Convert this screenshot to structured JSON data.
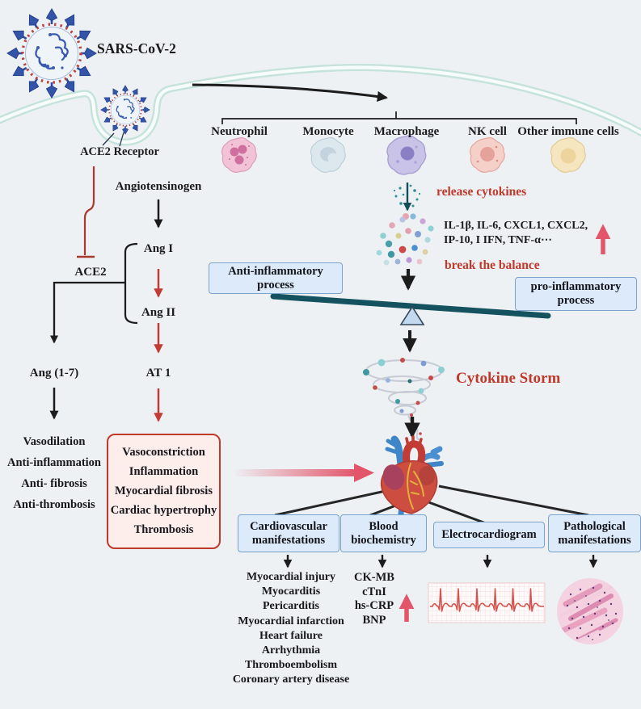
{
  "colors": {
    "background": "#edf1f4",
    "accent_red": "#c0392b",
    "arrow_rose": "#e2556a",
    "pathway_red": "#c23b35",
    "box_blue_bg": "#dceafa",
    "box_blue_border": "#7aa3cc",
    "red_box_border": "#c0392b",
    "seesaw_teal": "#14525f",
    "membrane_green": "#c5e3da"
  },
  "header": {
    "virus_label": "SARS-CoV-2",
    "receptor_label": "ACE2 Receptor"
  },
  "raas": {
    "angiotensinogen": "Angiotensinogen",
    "ang_i": "Ang I",
    "ace2": "ACE2",
    "ang_ii": "Ang II",
    "ang_1_7": "Ang (1-7)",
    "at_1": "AT 1",
    "protective_effects": [
      "Vasodilation",
      "Anti-inflammation",
      "Anti- fibrosis",
      "Anti-thrombosis"
    ],
    "adverse_effects": [
      "Vasoconstriction",
      "Inflammation",
      "Myocardial fibrosis",
      "Cardiac hypertrophy",
      "Thrombosis"
    ]
  },
  "immune": {
    "cell_labels": [
      "Neutrophil",
      "Monocyte",
      "Macrophage",
      "NK cell",
      "Other immune cells"
    ],
    "release_label": "release cytokines",
    "cytokines_line1": "IL-1β, IL-6, CXCL1, CXCL2,",
    "cytokines_line2": "IP-10, I IFN, TNF-α⋯",
    "break_label": "break the balance",
    "anti_inflammatory_line1": "Anti-inflammatory",
    "anti_inflammatory_line2": "process",
    "pro_inflammatory_line1": "pro-inflammatory",
    "pro_inflammatory_line2": "process",
    "storm_label": "Cytokine Storm"
  },
  "outcomes": {
    "category_boxes": [
      {
        "line1": "Cardiovascular",
        "line2": "manifestations"
      },
      {
        "line1": "Blood",
        "line2": "biochemistry"
      },
      {
        "line1": "Electrocardiogram",
        "line2": ""
      },
      {
        "line1": "Pathological",
        "line2": "manifestations"
      }
    ],
    "cardiovascular_list": [
      "Myocardial injury",
      "Myocarditis",
      "Pericarditis",
      "Myocardial infarction",
      "Heart failure",
      "Arrhythmia",
      "Thromboembolism",
      "Coronary artery disease"
    ],
    "biomarkers": [
      "CK-MB",
      "cTnI",
      "hs-CRP",
      "BNP"
    ]
  }
}
